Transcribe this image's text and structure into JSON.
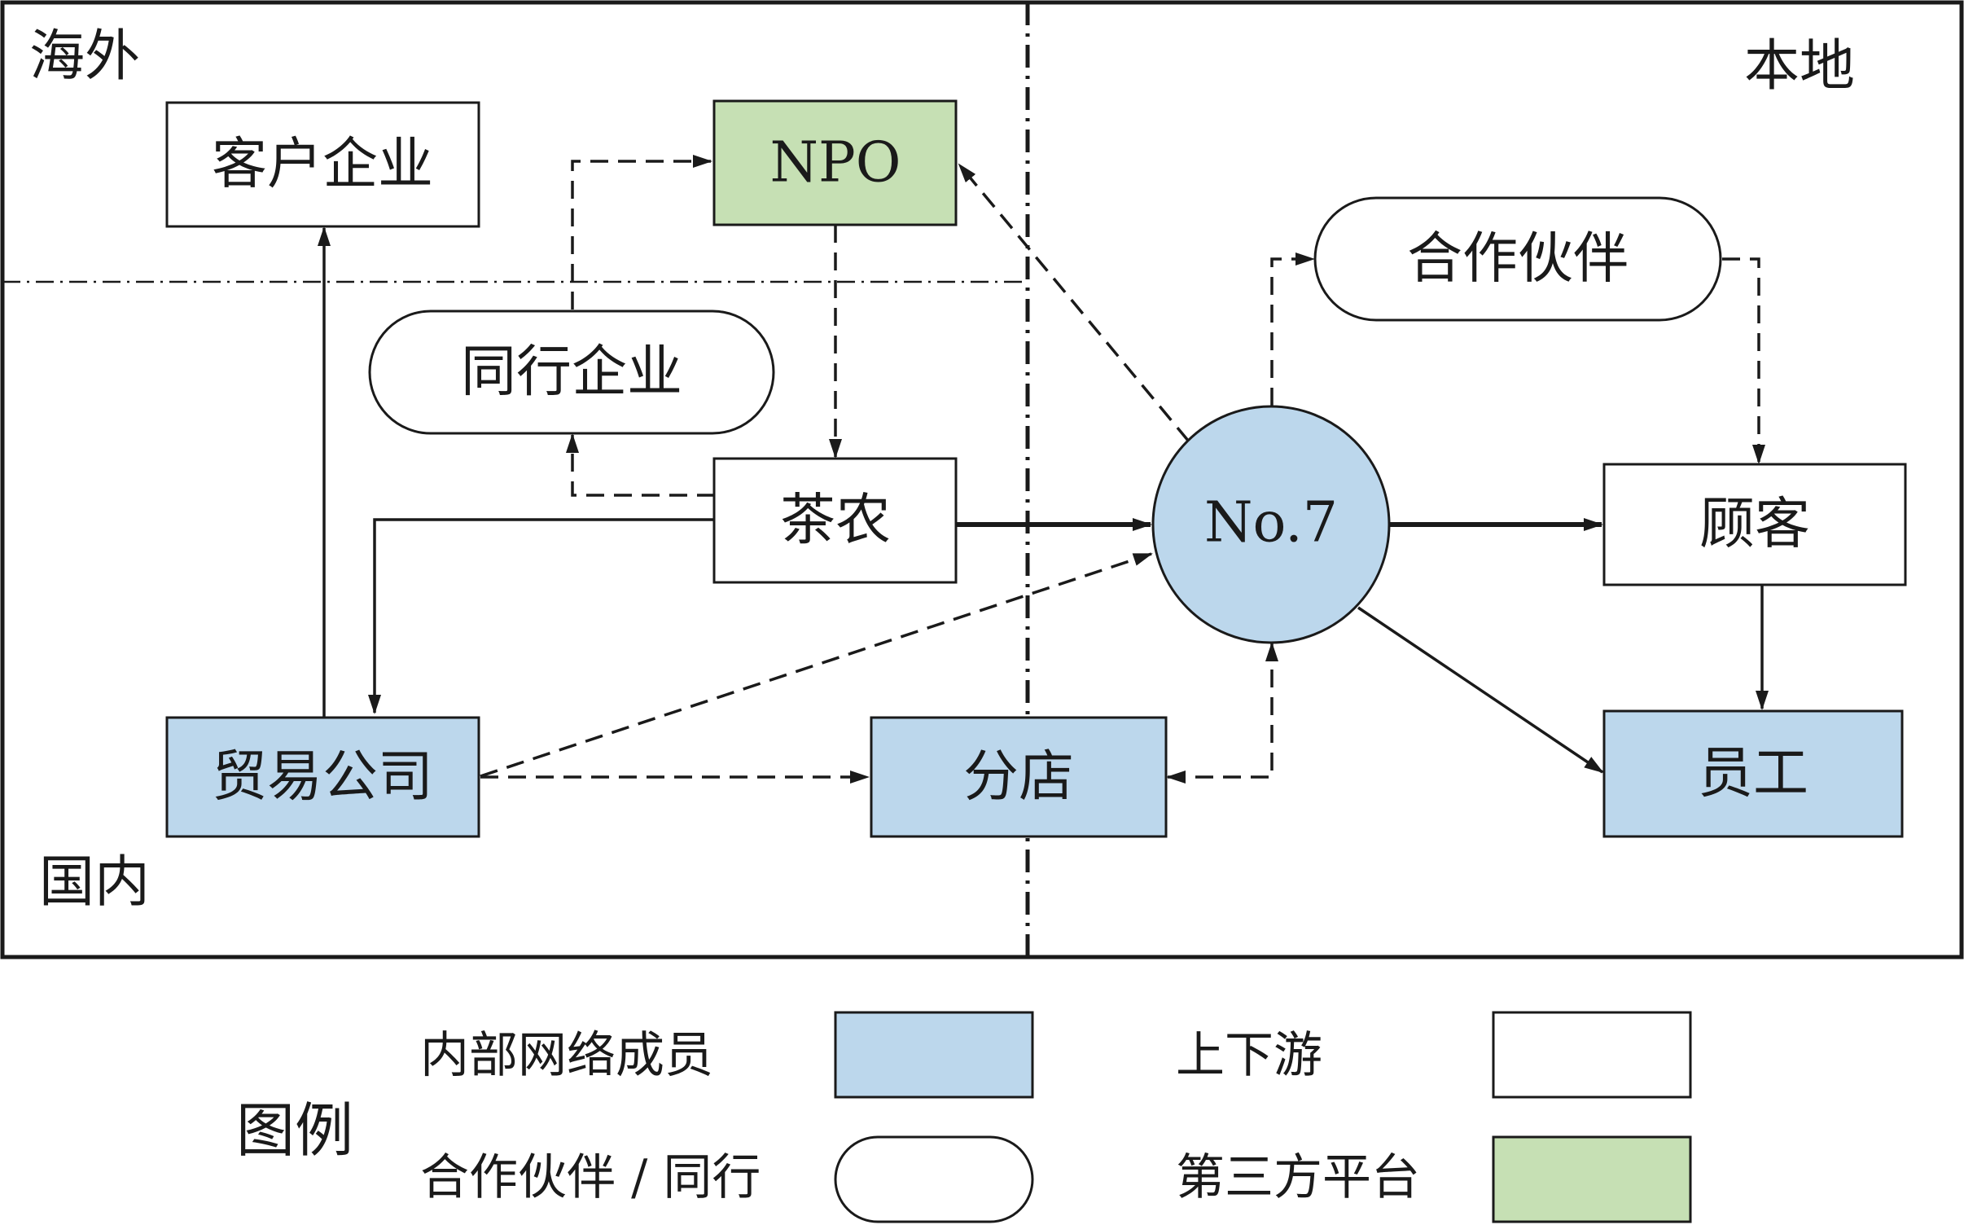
{
  "regions": {
    "overseas": "海外",
    "local": "本地",
    "domestic": "国内"
  },
  "nodes": {
    "client_company": "客户企业",
    "npo": "NPO",
    "peer_company": "同行企业",
    "partner": "合作伙伴",
    "tea_farmer": "茶农",
    "no7": "No.7",
    "customer": "顾客",
    "trading_company": "贸易公司",
    "branch": "分店",
    "staff": "员工"
  },
  "legend": {
    "title": "图例",
    "internal_member": "内部网络成员",
    "up_downstream": "上下游",
    "partner_peer": "合作伙伴 / 同行",
    "third_party": "第三方平台"
  },
  "colors": {
    "internal_member": "#bcd7ec",
    "up_downstream": "#ffffff",
    "third_party": "#c6e0b4",
    "line": "#1a1a1a"
  }
}
